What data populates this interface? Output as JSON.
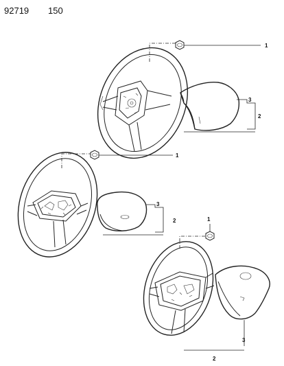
{
  "header": {
    "part_number": "92719",
    "figure_code": "150"
  },
  "callouts": {
    "top": {
      "nut": "1",
      "pad": "3",
      "assembly": "2"
    },
    "middle": {
      "nut": "1",
      "pad": "3",
      "assembly": "2"
    },
    "bottom": {
      "nut": "1",
      "pad": "3",
      "assembly": "2"
    }
  }
}
